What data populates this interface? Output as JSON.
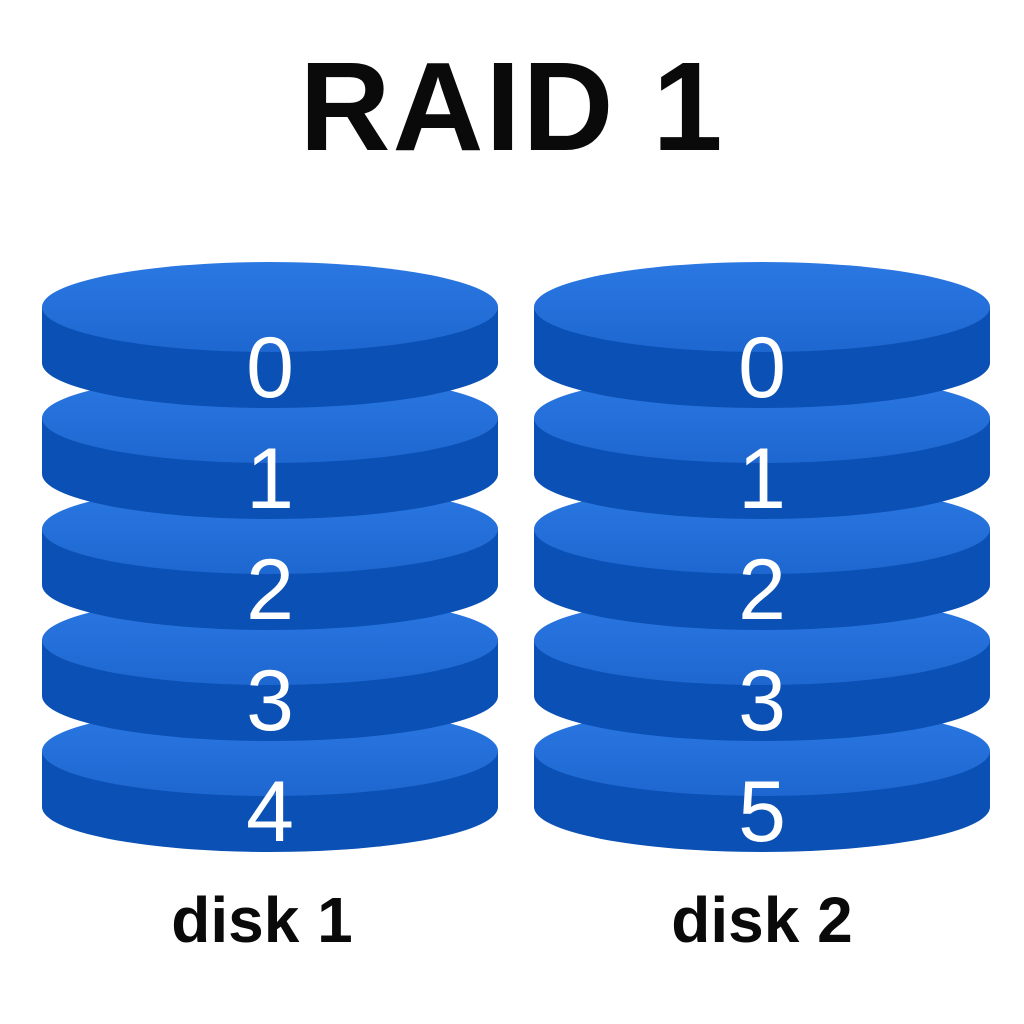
{
  "title": "RAID 1",
  "colors": {
    "background": "#ffffff",
    "platter_top_light": "#2b78e2",
    "platter_top_deep": "#1e67d1",
    "platter_side": "#0a50b5",
    "block_number": "#ffffff",
    "heading_text": "#0a0a0a"
  },
  "disks": [
    {
      "label": "disk 1",
      "blocks": [
        "0",
        "1",
        "2",
        "3",
        "4"
      ]
    },
    {
      "label": "disk 2",
      "blocks": [
        "0",
        "1",
        "2",
        "3",
        "5"
      ]
    }
  ]
}
